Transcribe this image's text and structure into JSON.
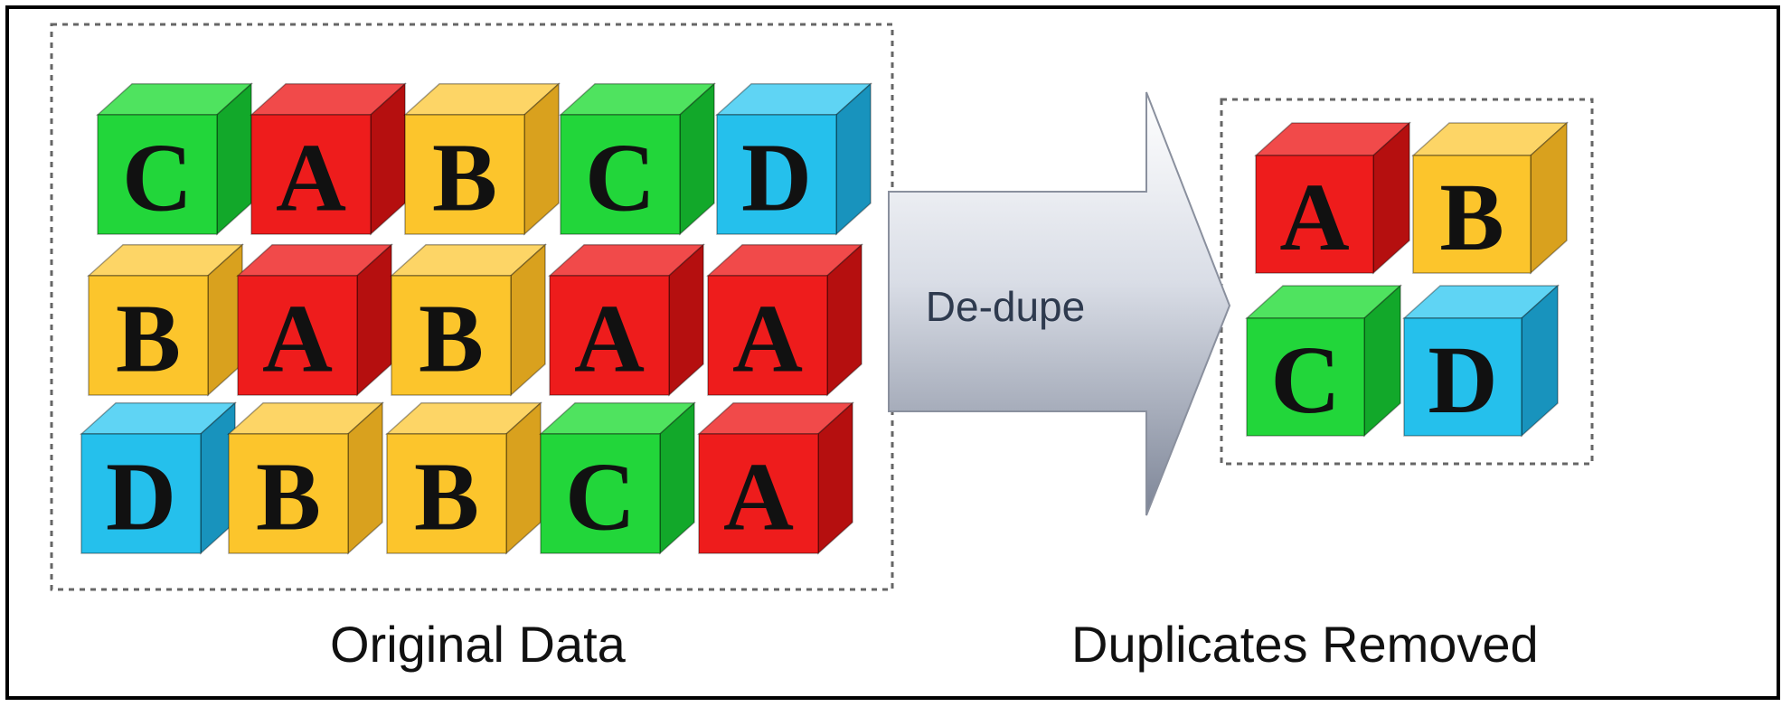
{
  "original": {
    "caption": "Original Data",
    "cubes": [
      {
        "letter": "C",
        "color": "green"
      },
      {
        "letter": "A",
        "color": "red"
      },
      {
        "letter": "B",
        "color": "yellow"
      },
      {
        "letter": "C",
        "color": "green"
      },
      {
        "letter": "D",
        "color": "blue"
      },
      {
        "letter": "B",
        "color": "yellow"
      },
      {
        "letter": "A",
        "color": "red"
      },
      {
        "letter": "B",
        "color": "yellow"
      },
      {
        "letter": "A",
        "color": "red"
      },
      {
        "letter": "A",
        "color": "red"
      },
      {
        "letter": "D",
        "color": "blue"
      },
      {
        "letter": "B",
        "color": "yellow"
      },
      {
        "letter": "B",
        "color": "yellow"
      },
      {
        "letter": "C",
        "color": "green"
      },
      {
        "letter": "A",
        "color": "red"
      }
    ]
  },
  "arrow": {
    "label": "De-dupe"
  },
  "result": {
    "caption": "Duplicates Removed",
    "cubes": [
      {
        "letter": "A",
        "color": "red"
      },
      {
        "letter": "B",
        "color": "yellow"
      },
      {
        "letter": "C",
        "color": "green"
      },
      {
        "letter": "D",
        "color": "blue"
      }
    ]
  },
  "palette": {
    "red": {
      "front": "#ee1c1c",
      "top": "#f14a4a",
      "side": "#b50f0f"
    },
    "green": {
      "front": "#22d63a",
      "top": "#4fe35f",
      "side": "#12a82a"
    },
    "yellow": {
      "front": "#fcc52c",
      "top": "#fdd566",
      "side": "#d9a11e"
    },
    "blue": {
      "front": "#25c0ec",
      "top": "#5fd4f4",
      "side": "#1893bd"
    }
  }
}
